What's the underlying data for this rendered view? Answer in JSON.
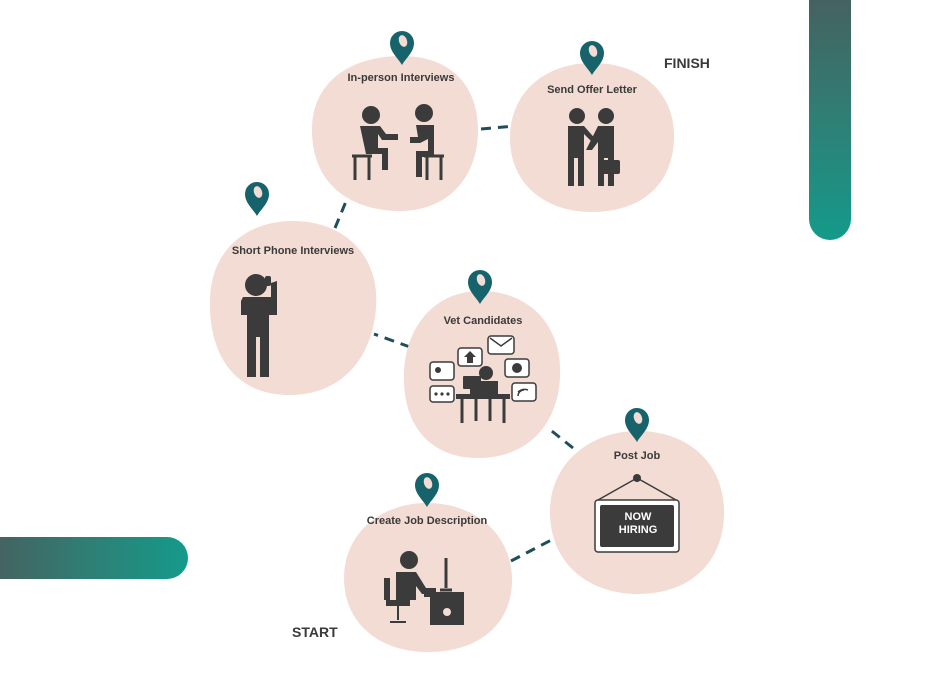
{
  "steps": {
    "create_job": {
      "label": "Create Job Description"
    },
    "post_job": {
      "label": "Post Job",
      "sign": "NOW HIRING"
    },
    "vet": {
      "label": "Vet Candidates"
    },
    "phone": {
      "label": "Short Phone Interviews"
    },
    "inperson": {
      "label": "In-person Interviews"
    },
    "offer": {
      "label": "Send Offer Letter"
    }
  },
  "markers": {
    "start": "START",
    "finish": "FINISH"
  },
  "colors": {
    "blob": "#f3dcd4",
    "pin": "#17636b",
    "connector": "#1f4e58",
    "glyph": "#3b3b3b",
    "bar_gradient_start": "#4b5a5b",
    "bar_gradient_end": "#149a8a"
  },
  "icons": [
    "map-pin-icon",
    "desk-worker-icon",
    "hiring-sign-icon",
    "laptop-messages-icon",
    "phone-call-person-icon",
    "interview-seated-icon",
    "handshake-icon"
  ]
}
